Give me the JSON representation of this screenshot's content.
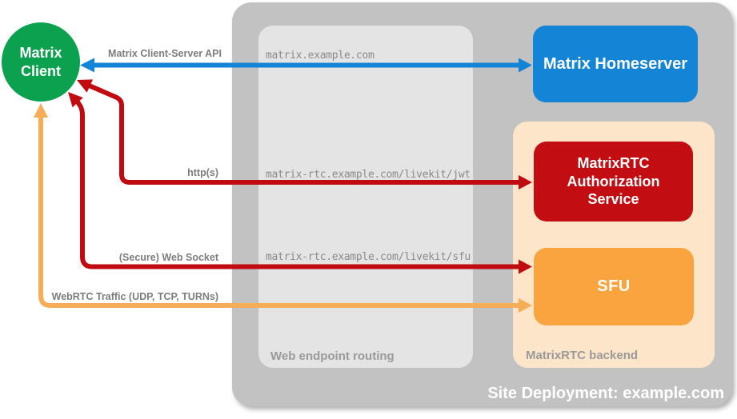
{
  "colors": {
    "canvas_bg": "#ffffff",
    "deployment_bg": "#c2c2c2",
    "routing_bg": "#e4e4e4",
    "backend_bg": "#fce5c8",
    "client_bg": "#0ba14f",
    "homeserver_bg": "#1484d7",
    "auth_bg": "#c20d12",
    "sfu_bg": "#f9a43f",
    "arrow_blue": "#1484d7",
    "arrow_red": "#c00b10",
    "arrow_orange": "#f7ad55",
    "arrow_label_gray": "#7d7d7d",
    "url_gray": "#8a8a8a",
    "caption_gray": "#9a9a9a",
    "node_text": "#ffffff"
  },
  "nodes": {
    "client": "Matrix Client",
    "homeserver": "Matrix Homeserver",
    "auth_service": "MatrixRTC Authorization Service",
    "sfu": "SFU"
  },
  "panels": {
    "routing_caption": "Web endpoint routing",
    "backend_caption": "MatrixRTC backend",
    "deployment_caption": "Site Deployment: example.com"
  },
  "endpoints": [
    "matrix.example.com",
    "matrix-rtc.example.com/livekit/jwt",
    "matrix-rtc.example.com/livekit/sfu"
  ],
  "connections": [
    {
      "label": "Matrix Client-Server API",
      "from": "Matrix Client",
      "to": "Matrix Homeserver",
      "via": "matrix.example.com",
      "color": "blue",
      "bidirectional": true
    },
    {
      "label": "http(s)",
      "from": "Matrix Client",
      "to": "MatrixRTC Authorization Service",
      "via": "matrix-rtc.example.com/livekit/jwt",
      "color": "red",
      "bidirectional": true
    },
    {
      "label": "(Secure) Web Socket",
      "from": "Matrix Client",
      "to": "SFU",
      "via": "matrix-rtc.example.com/livekit/sfu",
      "color": "red",
      "bidirectional": true
    },
    {
      "label": "WebRTC Traffic (UDP, TCP, TURNs)",
      "from": "Matrix Client",
      "to": "SFU",
      "color": "orange",
      "bidirectional": true
    }
  ]
}
